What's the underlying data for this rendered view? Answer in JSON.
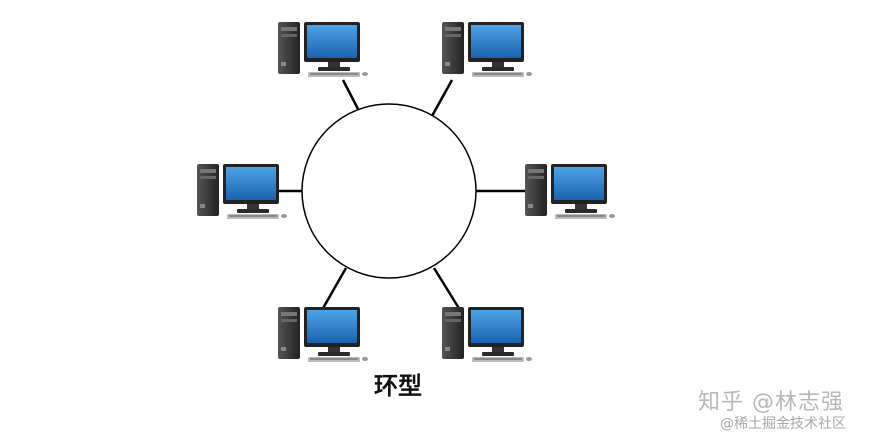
{
  "diagram": {
    "label": "环型",
    "node_count": 6
  },
  "watermark": {
    "zhihu": "知乎 @林志强",
    "juejin": "@稀土掘金技术社区"
  },
  "colors": {
    "screen": "#1e74c4",
    "screen_highlight": "#4fa3e6",
    "tower": "#3a3a3a",
    "line": "#000000"
  }
}
